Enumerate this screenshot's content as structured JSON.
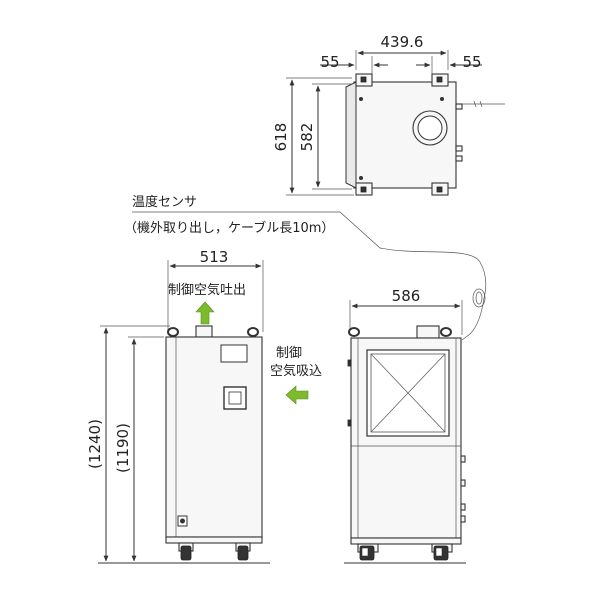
{
  "top_view": {
    "width_dim": "439.6",
    "left_offset": "55",
    "right_offset": "55",
    "depth_outer": "618",
    "depth_inner": "582"
  },
  "sensor": {
    "label_line1": "温度センサ",
    "label_line2": "（機外取り出し，ケーブル長10m）"
  },
  "front_view": {
    "width_dim": "513",
    "height_outer": "(1240)",
    "height_inner": "(1190)",
    "outlet_label": "制御空気吐出"
  },
  "side_view": {
    "width_dim": "586",
    "inlet_label_line1": "制御",
    "inlet_label_line2": "空気吸込"
  },
  "colors": {
    "arrow": "#7dbb2e",
    "line": "#333333"
  }
}
